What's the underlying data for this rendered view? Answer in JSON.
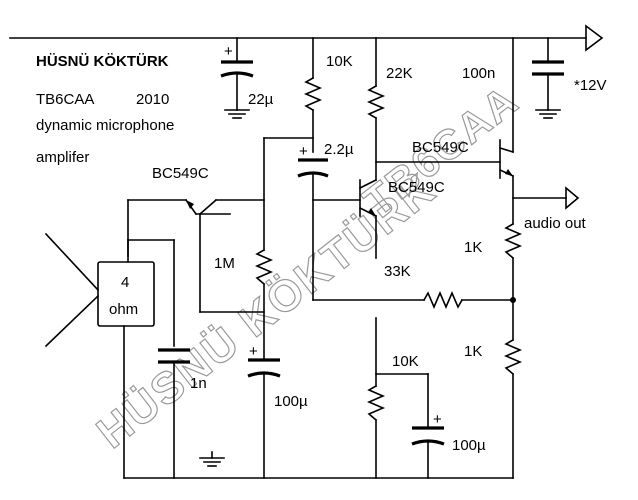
{
  "header": {
    "author": "HÜSNÜ KÖKTÜRK",
    "callsign": "TB6CAA",
    "year": "2010",
    "description_line1": "dynamic microphone",
    "description_line2": "amplifer"
  },
  "components": {
    "c_supply_top": "22µ",
    "r_top_left": "10K",
    "r_top_mid": "22K",
    "c_decouple": "100n",
    "supply": "*12V",
    "c_coupling": "2.2µ",
    "q_input": "BC549C",
    "q_middle": "BC549C",
    "q_output": "BC549C",
    "r_bias": "1M",
    "r_feedback": "33K",
    "r_emitter_top": "1K",
    "r_emitter_bottom": "1K",
    "output": "audio out",
    "mic_impedance_value": "4",
    "mic_impedance_unit": "ohm",
    "c_input": "1n",
    "c_bias": "100µ",
    "r_bottom": "10K",
    "c_bottom": "100µ"
  },
  "watermark": {
    "line1": "HÜSNÜ KÖKTÜRK",
    "line2": "TB6CAA"
  }
}
